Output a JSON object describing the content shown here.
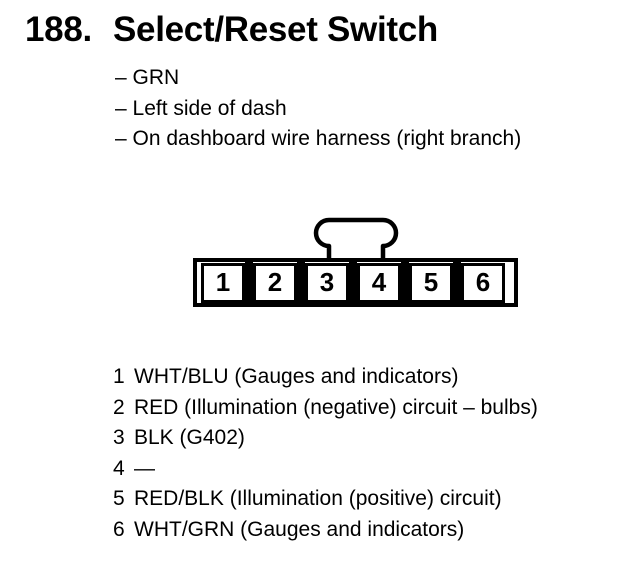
{
  "colors": {
    "ink": "#000000",
    "paper": "#ffffff"
  },
  "header": {
    "number": "188.",
    "title": "Select/Reset Switch"
  },
  "details": {
    "items": [
      "– GRN",
      "– Left side of dash",
      "– On dashboard wire harness (right branch)"
    ]
  },
  "connector": {
    "cavities": [
      "1",
      "2",
      "3",
      "4",
      "5",
      "6"
    ]
  },
  "pins": {
    "rows": [
      {
        "num": "1",
        "desc": "WHT/BLU (Gauges and indicators)"
      },
      {
        "num": "2",
        "desc": "RED (Illumination (negative) circuit – bulbs)"
      },
      {
        "num": "3",
        "desc": "BLK (G402)"
      },
      {
        "num": "4",
        "desc": "—"
      },
      {
        "num": "5",
        "desc": "RED/BLK (Illumination (positive) circuit)"
      },
      {
        "num": "6",
        "desc": "WHT/GRN (Gauges and indicators)"
      }
    ]
  }
}
